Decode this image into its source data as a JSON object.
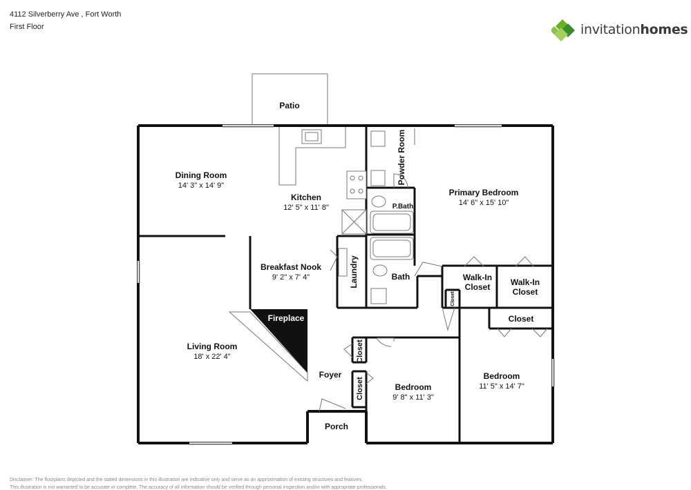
{
  "header": {
    "address": "4112 Silverberry Ave , Fort Worth",
    "floor": "First Floor"
  },
  "logo": {
    "text_regular": "invitation",
    "text_bold": "homes",
    "icon": "diamond-cluster-logo-icon",
    "colors": {
      "green_dark": "#3d8b2e",
      "green_mid": "#6ab023",
      "green_light": "#a4cf5a",
      "text": "#3a3a3a"
    }
  },
  "rooms": {
    "patio": {
      "name": "Patio"
    },
    "dining": {
      "name": "Dining Room",
      "dims": "14' 3\" x 14' 9\""
    },
    "kitchen": {
      "name": "Kitchen",
      "dims": "12' 5\" x 11' 8\""
    },
    "powder": {
      "name": "Powder Room"
    },
    "pbath": {
      "name": "P.Bath"
    },
    "primary": {
      "name": "Primary Bedroom",
      "dims": "14' 6\" x 15' 10\""
    },
    "nook": {
      "name": "Breakfast Nook",
      "dims": "9' 2\" x 7' 4\""
    },
    "laundry": {
      "name": "Laundry"
    },
    "bath": {
      "name": "Bath"
    },
    "walkin1": {
      "line1": "Walk-In",
      "line2": "Closet"
    },
    "walkin2": {
      "line1": "Walk-In",
      "line2": "Closet"
    },
    "closet_small": {
      "name": "Closet"
    },
    "closet_right": {
      "name": "Closet"
    },
    "fireplace": {
      "name": "Fireplace"
    },
    "living": {
      "name": "Living Room",
      "dims": "18' x 22' 4\""
    },
    "foyer": {
      "name": "Foyer"
    },
    "closet_foyer1": {
      "name": "Closet"
    },
    "closet_foyer2": {
      "name": "Closet"
    },
    "bedroom1": {
      "name": "Bedroom",
      "dims": "9' 8\" x 11' 3\""
    },
    "bedroom2": {
      "name": "Bedroom",
      "dims": "11' 5\" x 14' 7\""
    },
    "porch": {
      "name": "Porch"
    }
  },
  "disclaimer": {
    "line1": "Disclaimer: The floorplans depicted and the stated dimensions in this illustration are indicative only and serve as an approximation of existing structures and features.",
    "line2": "This illustration is not warranted to be accurate or complete. The accuracy of all information should be verified through personal inspection and/or with appropriate professionals."
  }
}
